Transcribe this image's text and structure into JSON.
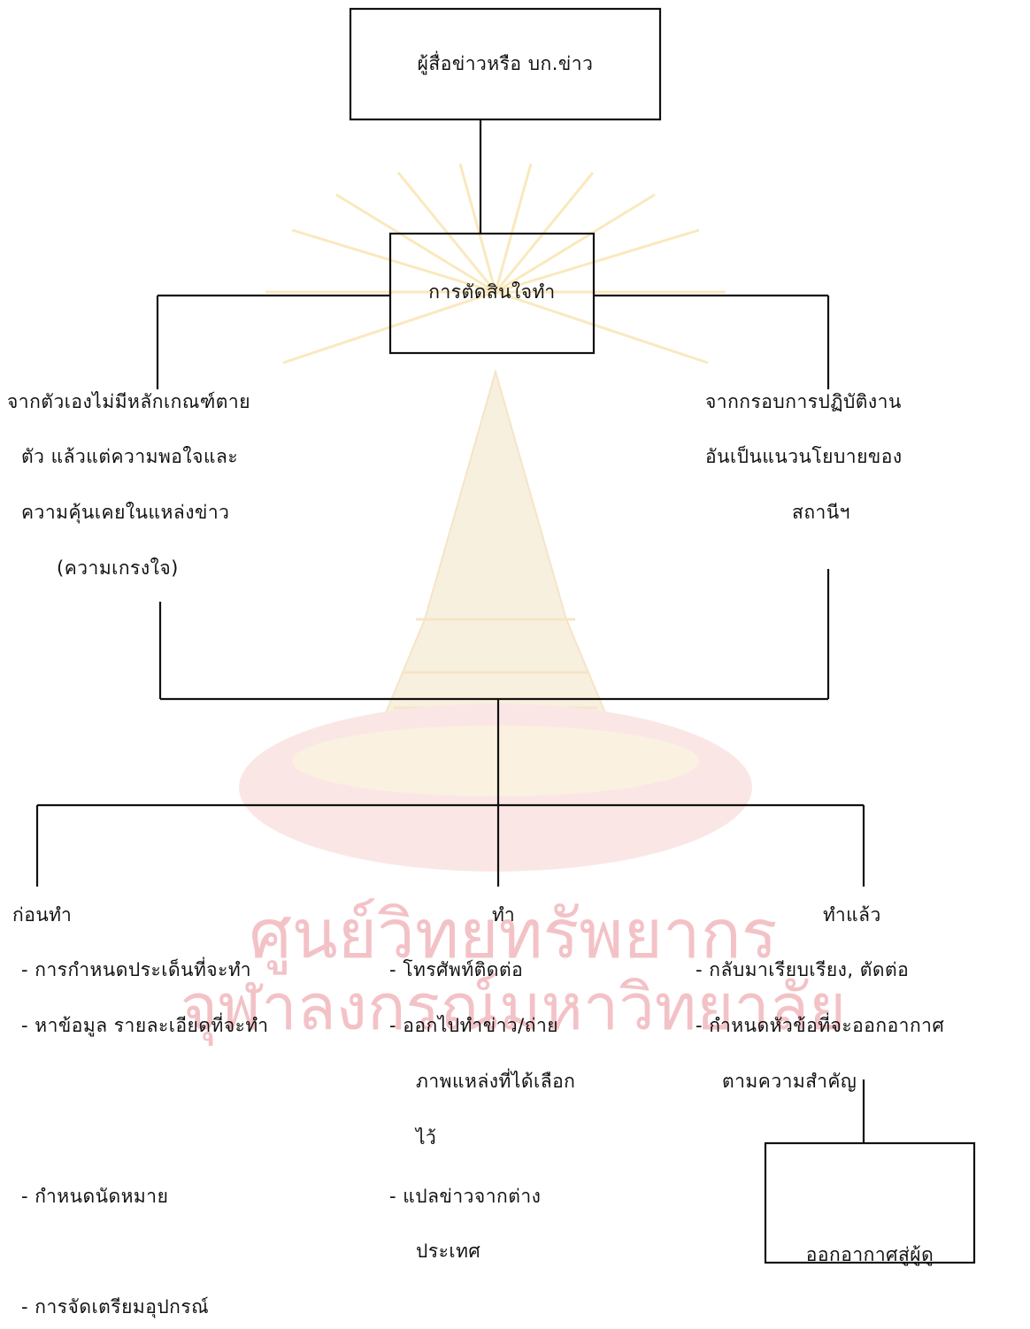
{
  "diagram": {
    "top_box": "ผู้สื่อข่าวหรือ บก.ข่าว",
    "decision_box": "การตัดสินใจทำ",
    "left_branch": [
      "จากตัวเองไม่มีหลักเกณฑ์ตาย",
      "ตัว แล้วแต่ความพอใจและ",
      "ความคุ้นเคยในแหล่งข่าว",
      "(ความเกรงใจ)"
    ],
    "right_branch": [
      "จากกรอบการปฏิบัติงาน",
      "อันเป็นแนวนโยบายของ",
      "สถานีฯ"
    ],
    "col_before": {
      "heading": "ก่อนทำ",
      "items": [
        "- การกำหนดประเด็นที่จะทำ",
        "- หาข้อมูล รายละเอียดที่จะทำ",
        "- กำหนดนัดหมาย",
        "- การจัดเตรียมอุปกรณ์"
      ]
    },
    "col_doing": {
      "heading": "ทำ",
      "items": [
        "- โทรศัพท์ติดต่อ",
        "- ออกไปทำข่าว/ถ่าย",
        "ภาพแหล่งที่ได้เลือก",
        "ไว้",
        "- แปลข่าวจากต่าง",
        "ประเทศ"
      ]
    },
    "col_done": {
      "heading": "ทำแล้ว",
      "items": [
        "- กลับมาเรียบเรียง, ตัดต่อ",
        "- กำหนดหัวข้อที่จะออกอากาศ",
        "ตามความสำคัญ"
      ]
    },
    "final_box": "ออกอากาศสู่ผู้ดู"
  },
  "watermark": {
    "line1": "ศูนย์วิทยทรัพยากร",
    "line2": "จุฬาลงกรณ์มหาวิทยาลัย",
    "color": "#f3c2c7"
  }
}
